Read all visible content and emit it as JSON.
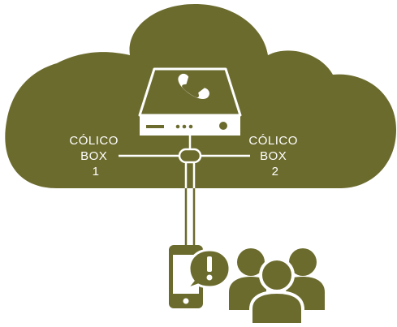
{
  "colors": {
    "primary": "#6b6b2e",
    "line": "#ffffff",
    "background": "#ffffff"
  },
  "nodes": {
    "box1": {
      "label_line1": "CÓLICO",
      "label_line2": "BOX",
      "label_line3": "1"
    },
    "box2": {
      "label_line1": "CÓLICO",
      "label_line2": "BOX",
      "label_line3": "2"
    }
  },
  "icons": {
    "cloud": "cloud-icon",
    "server": "phone-server-icon",
    "handset": "phone-handset-icon",
    "connector": "link-node-icon",
    "phone": "mobile-phone-icon",
    "alert": "alert-bubble-icon",
    "users": "users-group-icon"
  }
}
